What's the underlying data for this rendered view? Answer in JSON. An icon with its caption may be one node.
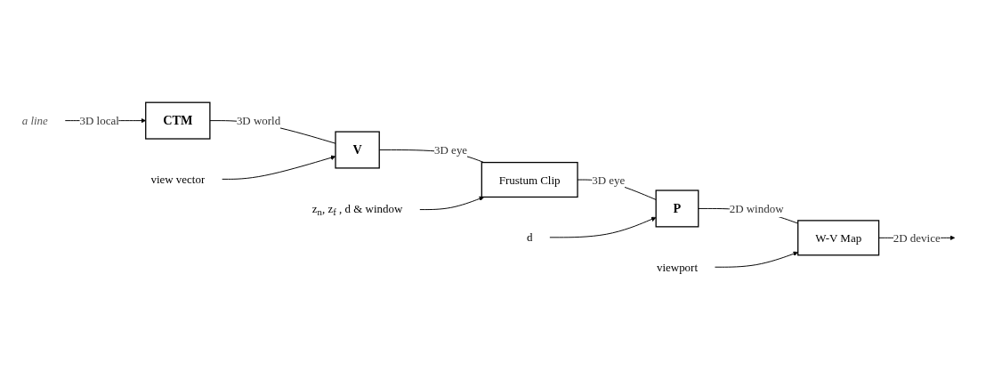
{
  "diagram": {
    "nodes": [
      {
        "text": [
          "view vector"
        ]
      },
      {
        "text": [
          "z$_{n}$, z$_{f}$ , d & window"
        ]
      },
      {
        "text": [
          "d"
        ]
      },
      {
        "text": [
          "viewport"
        ]
      },
      {
        "text": [
          "a line"
        ]
      },
      {
        "text": [
          "CTM"
        ]
      },
      {
        "text": [
          "V"
        ]
      },
      {
        "text": [
          "Frustum Clip"
        ]
      },
      {
        "text": [
          "P"
        ]
      },
      {
        "text": [
          "W-V Map"
        ]
      }
    ],
    "edges": [
      {
        "from": 4,
        "to": 5,
        "arrow": "to",
        "label": "3D local"
      },
      {
        "from": 5,
        "to": 6,
        "arrow": "none",
        "label": "3D world"
      },
      {
        "from": 6,
        "to": 7,
        "arrow": "none",
        "label": "3D eye"
      },
      {
        "from": 7,
        "to": 8,
        "arrow": "none",
        "label": "3D eye"
      },
      {
        "from": 8,
        "to": 9,
        "arrow": "none",
        "label": "2D window"
      },
      {
        "from": 9,
        "to": null,
        "arrow": "to",
        "label": "2D device"
      },
      {
        "from": 0,
        "to": 6,
        "arrow": "to"
      },
      {
        "from": 1,
        "to": 7,
        "arrow": "to"
      },
      {
        "from": 2,
        "to": 8,
        "arrow": "to"
      },
      {
        "from": 3,
        "to": 9,
        "arrow": "to"
      }
    ]
  }
}
